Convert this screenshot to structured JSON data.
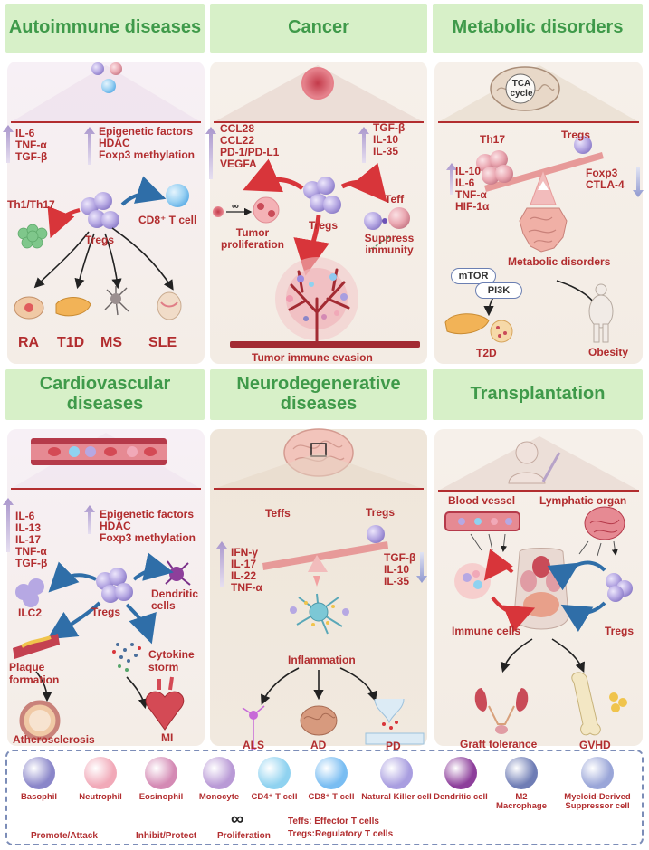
{
  "colors": {
    "header_bg": "#d7f0c8",
    "header_text": "#3f9a4a",
    "label_red": "#b22d2f",
    "up_arrow": "#b7a3d2",
    "down_arrow": "#a4abd9",
    "legend_border": "#7c8db8"
  },
  "autoimmune": {
    "title": "Autoimmune diseases",
    "cytokines": [
      "IL-6",
      "TNF-α",
      "TGF-β"
    ],
    "factors": [
      "Epigenetic factors",
      "HDAC",
      "Foxp3 methylation"
    ],
    "th1_th17": "Th1/Th17",
    "tregs": "Tregs",
    "cd8": "CD8⁺ T cell",
    "diseases": [
      "RA",
      "T1D",
      "MS",
      "SLE"
    ]
  },
  "cancer": {
    "title": "Cancer",
    "left_list": [
      "CCL28",
      "CCL22",
      "PD-1/PD-L1",
      "VEGFA"
    ],
    "right_list": [
      "TGF-β",
      "IL-10",
      "IL-35"
    ],
    "teff": "Teff",
    "tregs": "Tregs",
    "proliferation_symbol": "∞",
    "tumor_proliferation": "Tumor proliferation",
    "suppress_immunity": "Suppress immunity",
    "tumor_evasion": "Tumor immune evasion"
  },
  "metabolic": {
    "title": "Metabolic disorders",
    "tca": "TCA cycle",
    "th17": "Th17",
    "tregs": "Tregs",
    "left_list": [
      "IL-10",
      "IL-6",
      "TNF-α",
      "HIF-1α"
    ],
    "right_list": [
      "Foxp3",
      "CTLA-4"
    ],
    "disorders": "Metabolic disorders",
    "mtor": "mTOR",
    "pi3k": "PI3K",
    "t2d": "T2D",
    "obesity": "Obesity"
  },
  "cardio": {
    "title": "Cardiovascular diseases",
    "cytokines": [
      "IL-6",
      "IL-13",
      "IL-17",
      "TNF-α",
      "TGF-β"
    ],
    "factors": [
      "Epigenetic factors",
      "HDAC",
      "Foxp3 methylation"
    ],
    "ilc2": "ILC2",
    "tregs": "Tregs",
    "dendritic": "Dendritic cells",
    "plaque": "Plaque formation",
    "cytokine_storm": "Cytokine storm",
    "atherosclerosis": "Atherosclerosis",
    "mi": "MI"
  },
  "neuro": {
    "title": "Neurodegenerative diseases",
    "teffs": "Teffs",
    "tregs": "Tregs",
    "left_list": [
      "IFN-γ",
      "IL-17",
      "IL-22",
      "TNF-α"
    ],
    "right_list": [
      "TGF-β",
      "IL-10",
      "IL-35"
    ],
    "inflammation": "Inflammation",
    "diseases": [
      "ALS",
      "AD",
      "PD"
    ]
  },
  "transplant": {
    "title": "Transplantation",
    "blood_vessel": "Blood vessel",
    "lymphatic": "Lymphatic organ",
    "immune_cells": "Immune cells",
    "tregs": "Tregs",
    "graft": "Graft tolerance",
    "gvhd": "GVHD"
  },
  "legend": {
    "cells": [
      {
        "label": "Basophil",
        "color": "#8a86c9"
      },
      {
        "label": "Neutrophil",
        "color": "#f1a9b8"
      },
      {
        "label": "Eosinophil",
        "color": "#d48ab4"
      },
      {
        "label": "Monocyte",
        "color": "#b99ad6"
      },
      {
        "label": "CD4⁺ T cell",
        "color": "#8fd2f0"
      },
      {
        "label": "CD8⁺ T cell",
        "color": "#79bdf2"
      },
      {
        "label": "Natural Killer cell",
        "color": "#a99ee0"
      },
      {
        "label": "Dendritic cell",
        "color": "#8d3f9b"
      },
      {
        "label": "M2 Macrophage",
        "color": "#6f7db5"
      },
      {
        "label": "Myeloid-Derived Suppressor cell",
        "color": "#9aa6d8"
      }
    ],
    "promote": "Promote/Attack",
    "inhibit": "Inhibit/Protect",
    "proliferation_symbol": "∞",
    "proliferation": "Proliferation",
    "teffs_def": "Teffs: Effector T cells",
    "tregs_def": "Tregs:Regulatory T cells"
  }
}
